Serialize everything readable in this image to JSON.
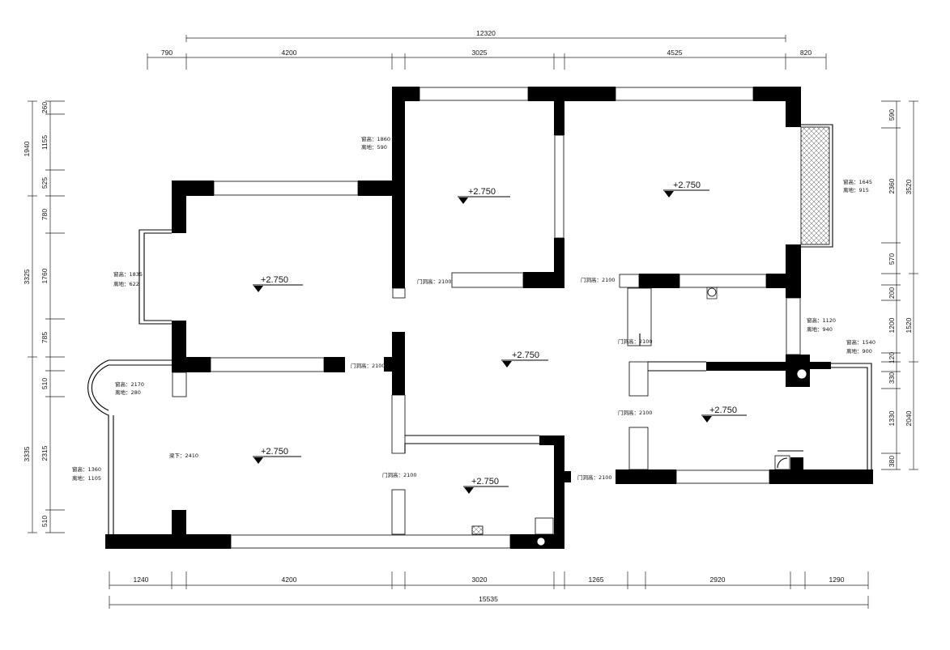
{
  "dimensions": {
    "top_total": "12320",
    "top": [
      "790",
      "4200",
      "3025",
      "4525",
      "820"
    ],
    "bottom": [
      "1240",
      "4200",
      "3020",
      "1265",
      "2920",
      "1290"
    ],
    "bottom_total": "15535",
    "left_outer": [
      "1940",
      "3325",
      "3335"
    ],
    "left_inner": [
      "260",
      "1155",
      "525",
      "780",
      "1760",
      "785",
      "510",
      "2315",
      "510"
    ],
    "right_outer": [
      "3520",
      "1520",
      "2040"
    ],
    "right_inner": [
      "590",
      "2360",
      "570",
      "200",
      "1200",
      "120",
      "330",
      "1330",
      "380"
    ]
  },
  "rooms": [
    {
      "level": "+2.750"
    },
    {
      "level": "+2.750"
    },
    {
      "level": "+2.750"
    },
    {
      "level": "+2.750"
    },
    {
      "level": "+2.750"
    },
    {
      "level": "+2.750"
    },
    {
      "level": "+2.750"
    }
  ],
  "annotations": [
    {
      "lines": [
        "窗高：1860",
        "离地：590"
      ]
    },
    {
      "lines": [
        "窗高：1645",
        "离地：915"
      ]
    },
    {
      "lines": [
        "窗高：1835",
        "离地：622"
      ]
    },
    {
      "lines": [
        "窗高：1120",
        "离地：940"
      ]
    },
    {
      "lines": [
        "窗高：1540",
        "离地：900"
      ]
    },
    {
      "lines": [
        "窗高：2170",
        "离地：280"
      ]
    },
    {
      "lines": [
        "窗高：1360",
        "离地：1105"
      ]
    },
    {
      "lines": [
        "梁下：2410"
      ]
    }
  ],
  "door_labels": [
    "门洞高：2100",
    "门洞高：2100",
    "门洞高：2100",
    "门洞高：2100",
    "门洞高：2100",
    "门洞高：2100",
    "门洞高：2100"
  ]
}
